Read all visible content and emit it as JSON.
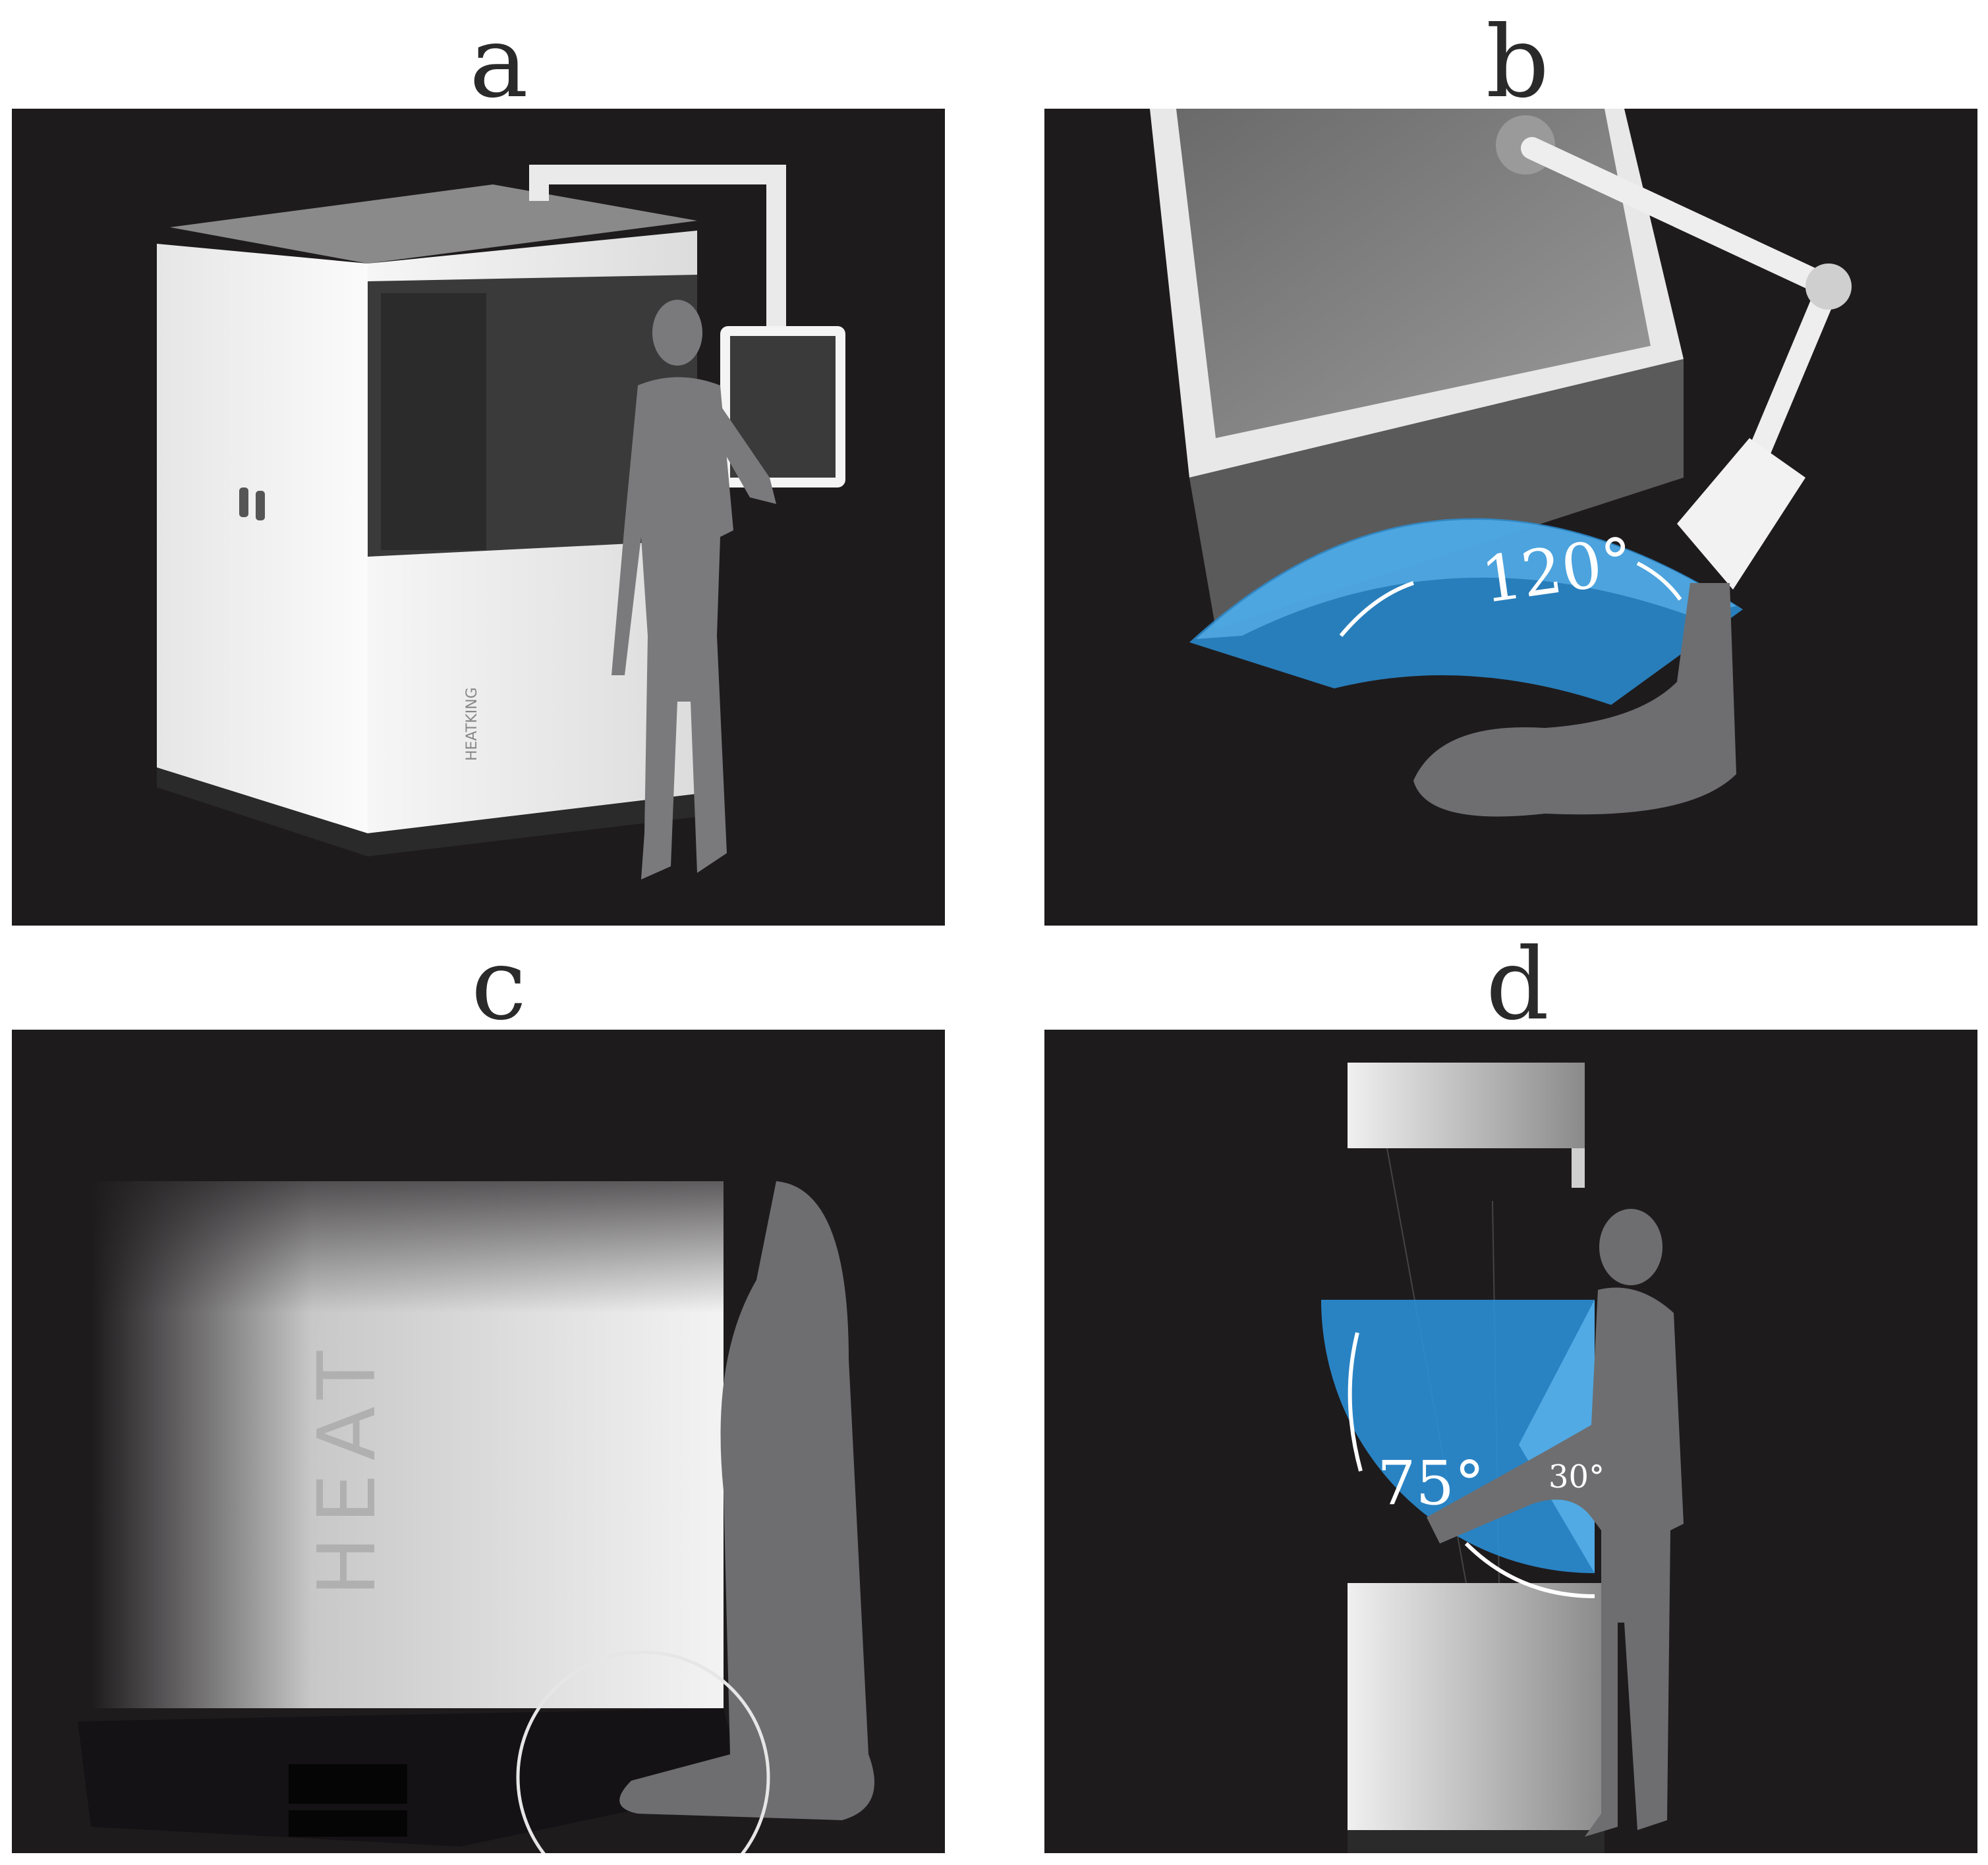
{
  "panels": [
    {
      "id": "a",
      "label": "a",
      "brand_text": "HEATKING"
    },
    {
      "id": "b",
      "label": "b",
      "angle_text": "120°"
    },
    {
      "id": "c",
      "label": "c",
      "brand_text": "HEAT"
    },
    {
      "id": "d",
      "label": "d",
      "angle_main_text": "75°",
      "angle_small_text": "30°"
    }
  ],
  "colors": {
    "panel_background": "#1e1b1d",
    "angle_fill": "#2a8fd6",
    "angle_fill_light": "#5bb4ec",
    "figure_gray": "#6e6e70",
    "machine_white": "#f2f2f2"
  }
}
